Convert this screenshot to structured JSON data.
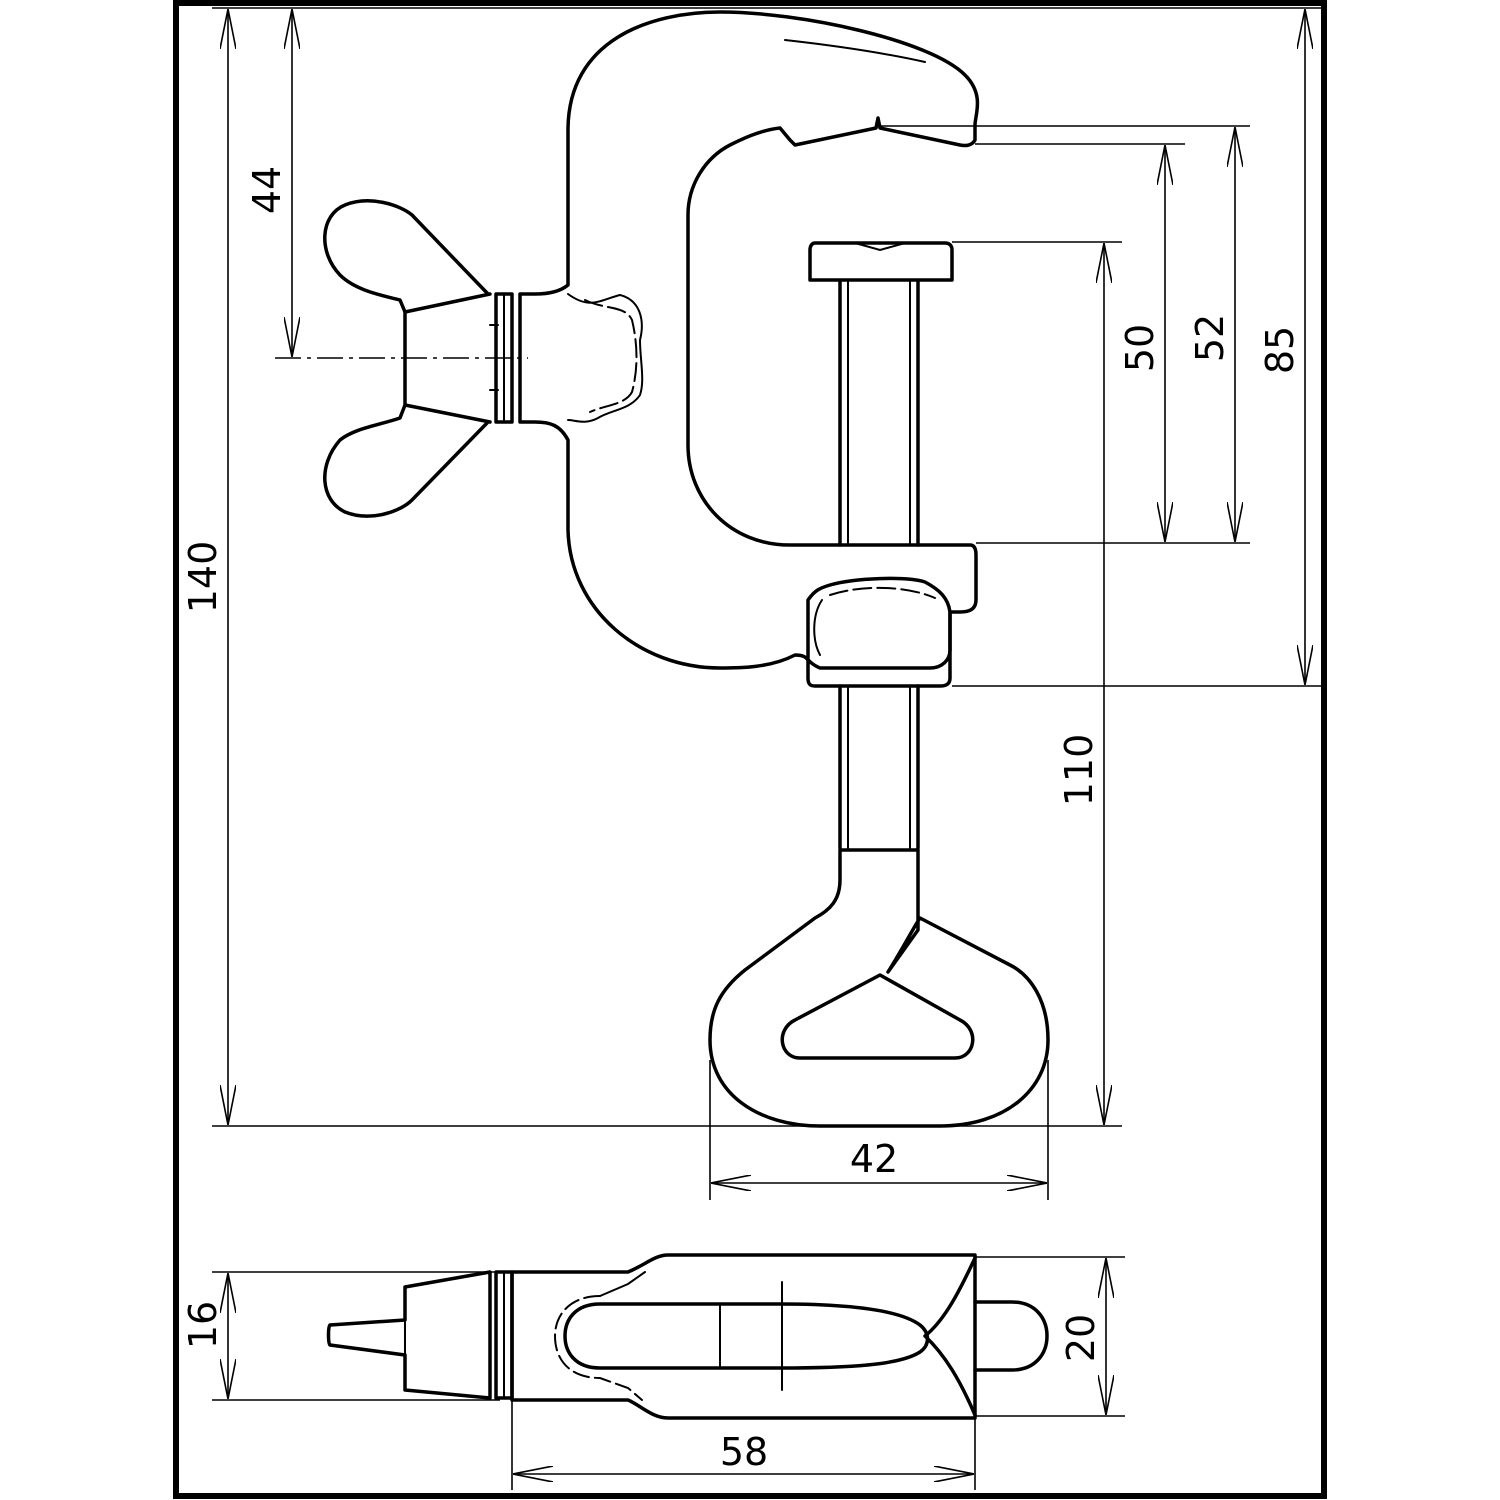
{
  "drawing": {
    "subject": "G-clamp with wing screw",
    "views": [
      "front-view",
      "top-view"
    ]
  },
  "dimensions": {
    "overall_height": "140",
    "wing_screw_offset": "44",
    "spindle_stroke": "110",
    "pad_gap": "50",
    "jaw_opening": "52",
    "frame_height": "85",
    "handle_width": "42",
    "top_view_depth": "16",
    "top_view_spindle_dia": "20",
    "top_view_length": "58"
  },
  "colors": {
    "line": "#000000",
    "background": "#ffffff"
  }
}
